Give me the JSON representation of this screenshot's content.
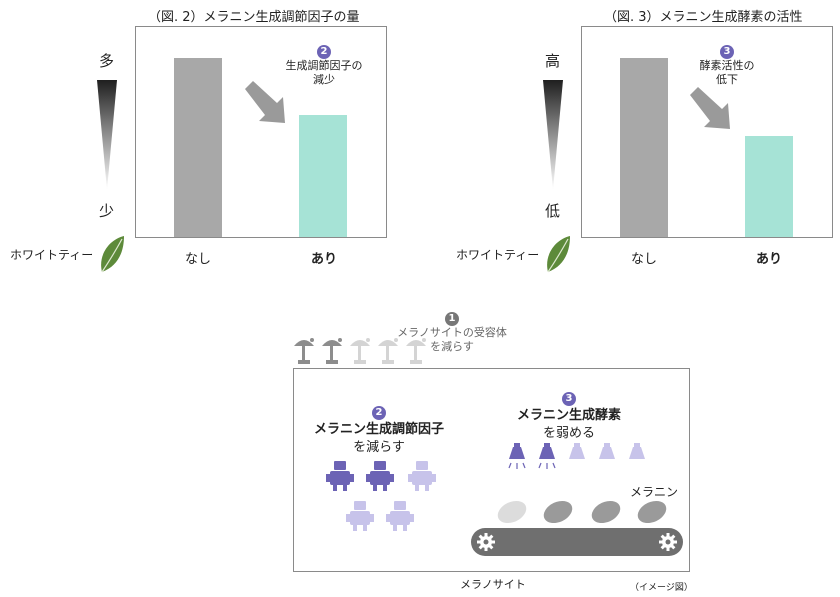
{
  "chart_data": [
    {
      "type": "bar",
      "title": "（図. 2）メラニン生成調節因子の量",
      "categories": [
        "なし",
        "あり"
      ],
      "values": [
        0.85,
        0.58
      ],
      "y_top_label": "多",
      "y_bottom_label": "少",
      "x_prefix_label": "ホワイトティー",
      "annotation_number": "2",
      "annotation": [
        "生成調節因子の",
        "減少"
      ],
      "bar_colors": [
        "#a8a8a8",
        "#a6e3d6"
      ]
    },
    {
      "type": "bar",
      "title": "（図. 3）メラニン生成酵素の活性",
      "categories": [
        "なし",
        "あり"
      ],
      "values": [
        0.85,
        0.48
      ],
      "y_top_label": "高",
      "y_bottom_label": "低",
      "x_prefix_label": "ホワイトティー",
      "annotation_number": "3",
      "annotation": [
        "酵素活性の",
        "低下"
      ],
      "bar_colors": [
        "#a8a8a8",
        "#a6e3d6"
      ]
    }
  ],
  "diagram": {
    "receptor_number": "1",
    "receptor_lines": [
      "メラノサイトの受容体",
      "を減らす"
    ],
    "factor_number": "2",
    "factor_lines": [
      "メラニン生成調節因子",
      "を減らす"
    ],
    "enzyme_number": "3",
    "enzyme_lines": [
      "メラニン生成酵素",
      "を弱める"
    ],
    "melanin_label": "メラニン",
    "cell_label": "メラノサイト",
    "note": "（イメージ図）"
  },
  "colors": {
    "accent": "#6c63b5",
    "accent_light": "#c7c3ea",
    "bar_gray": "#a8a8a8",
    "bar_mint": "#a6e3d6",
    "leaf": "#5d8a3a"
  }
}
